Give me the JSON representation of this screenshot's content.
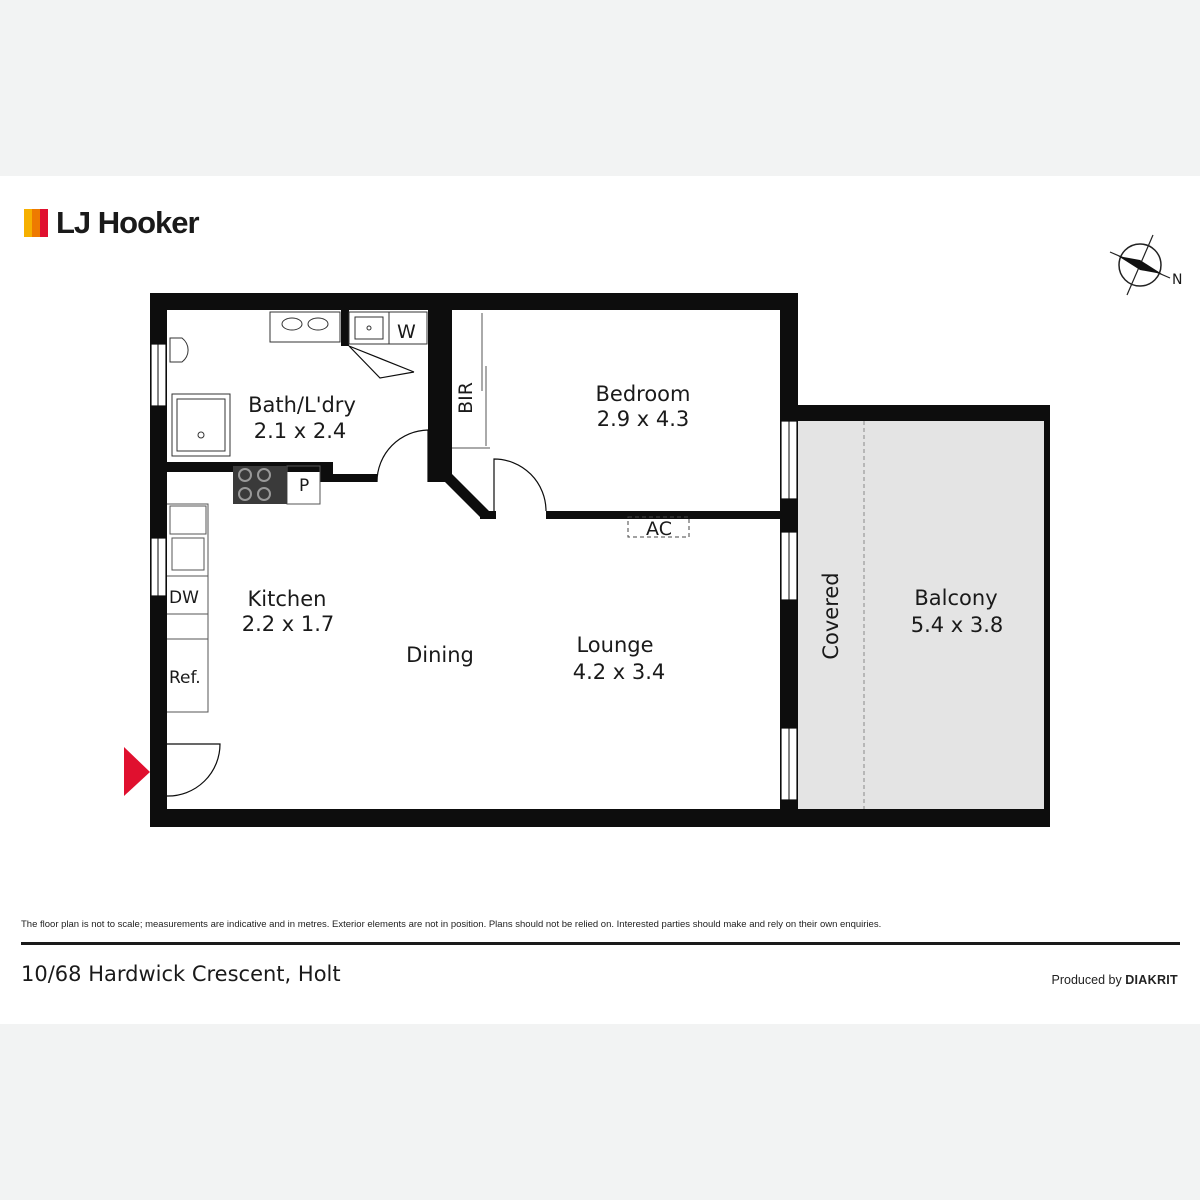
{
  "brand": {
    "name": "LJ Hooker",
    "bar_colors": [
      "#f6b000",
      "#ee7a00",
      "#e0102f"
    ]
  },
  "compass": {
    "label": "N"
  },
  "rooms": {
    "bath": {
      "name": "Bath/L'dry",
      "size": "2.1 x 2.4"
    },
    "bedroom": {
      "name": "Bedroom",
      "size": "2.9 x 4.3"
    },
    "kitchen": {
      "name": "Kitchen",
      "size": "2.2 x 1.7"
    },
    "dining": {
      "name": "Dining"
    },
    "lounge": {
      "name": "Lounge",
      "size": "4.2 x 3.4"
    },
    "balcony": {
      "name": "Balcony",
      "size": "5.4 x 3.8"
    },
    "covered": {
      "name": "Covered"
    }
  },
  "fixtures": {
    "washer": "W",
    "pantry": "P",
    "bir": "BIR",
    "ac": "AC",
    "dishwasher": "DW",
    "fridge": "Ref."
  },
  "colors": {
    "wall": "#0d0d0d",
    "balcony_fill": "#e4e4e4",
    "entry_arrow": "#e0102f"
  },
  "footer": {
    "disclaimer": "The floor plan is not to scale; measurements are indicative and in metres. Exterior elements are not in position. Plans should not be relied on. Interested parties should make and rely on their own enquiries.",
    "address": "10/68 Hardwick Crescent, Holt",
    "produced_prefix": "Produced by ",
    "produced_brand": "DIAKRIT"
  }
}
